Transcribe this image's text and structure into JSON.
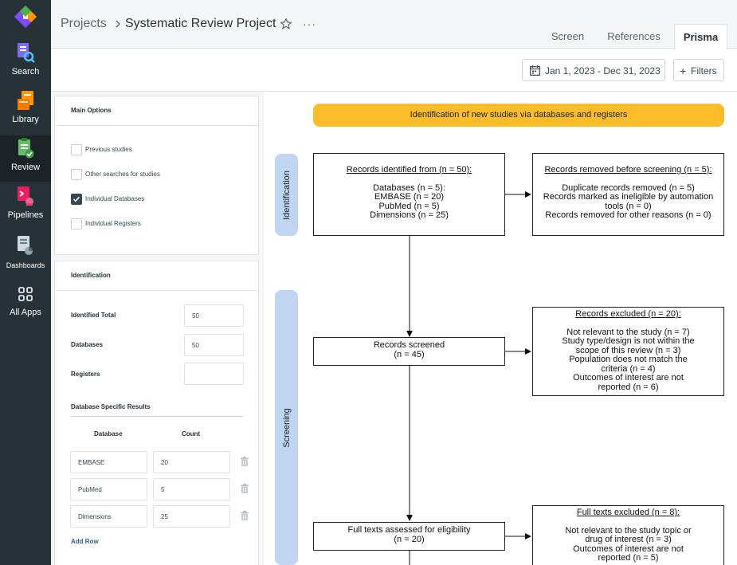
{
  "nav": {
    "items": [
      {
        "label": "Search",
        "icon": "search-icon"
      },
      {
        "label": "Library",
        "icon": "library-icon"
      },
      {
        "label": "Review",
        "icon": "review-icon"
      },
      {
        "label": "Pipelines",
        "icon": "pipelines-icon"
      },
      {
        "label": "Dashboards",
        "icon": "dashboards-icon"
      },
      {
        "label": "All Apps",
        "icon": "apps-grid-icon"
      }
    ],
    "active": "Review"
  },
  "header": {
    "breadcrumb_root": "Projects",
    "title": "Systematic Review Project",
    "more": "···",
    "tabs": [
      {
        "label": "Screen"
      },
      {
        "label": "References"
      },
      {
        "label": "Prisma"
      }
    ],
    "active_tab": "Prisma"
  },
  "toolbar": {
    "date_range": "Jan 1, 2023 - Dec 31, 2023",
    "filters_label": "Filters",
    "filters_icon": "+"
  },
  "main_options": {
    "title": "Main Options",
    "options": [
      {
        "label": "Previous studies",
        "checked": false
      },
      {
        "label": "Other searches for studies",
        "checked": false
      },
      {
        "label": "Individual Databases",
        "checked": true
      },
      {
        "label": "Individual Registers",
        "checked": false
      }
    ]
  },
  "identification": {
    "title": "Identification",
    "fields": [
      {
        "label": "Identified Total",
        "value": "50"
      },
      {
        "label": "Databases",
        "value": "50"
      },
      {
        "label": "Registers",
        "value": ""
      }
    ],
    "db_section_title": "Database Specific Results",
    "columns": [
      "Database",
      "Count"
    ],
    "rows": [
      {
        "database": "EMBASE",
        "count": "20"
      },
      {
        "database": "PubMed",
        "count": "5"
      },
      {
        "database": "Dimensions",
        "count": "25"
      }
    ],
    "add_row_label": "Add Row"
  },
  "prisma": {
    "banner": "Identification of new studies via databases and registers",
    "phases": [
      "Identification",
      "Screening"
    ],
    "identified": {
      "title": "Records identified from (n = 50):",
      "lines": [
        "Databases (n = 5):",
        "EMBASE (n = 20)",
        "PubMed (n = 5)",
        "Dimensions (n = 25)"
      ]
    },
    "removed": {
      "title": "Records removed before screening (n = 5):",
      "lines": [
        "Duplicate records removed (n = 5)",
        "Records marked as ineligible by automation",
        "tools (n = 0)",
        "Records removed for other reasons (n = 0)"
      ]
    },
    "screened": {
      "lines": [
        "Records screened",
        "(n = 45)"
      ]
    },
    "excluded": {
      "title": "Records excluded (n = 20):",
      "lines": [
        "Not relevant to the study (n = 7)",
        "Study type/design is not within the",
        "scope of this review  (n = 3)",
        "Population does not match the",
        "criteria (n = 4)",
        "Outcomes of interest are not",
        "reported (n = 6)"
      ]
    },
    "fulltext": {
      "lines": [
        "Full texts assessed for eligibility",
        "(n = 20)"
      ]
    },
    "fulltext_excluded": {
      "title": "Full texts excluded (n = 8):",
      "lines": [
        "Not relevant to the study topic or",
        "drug of interest (n = 3)",
        "Outcomes of interest are not",
        "reported (n = 5)"
      ]
    }
  },
  "colors": {
    "nav_bg": "#263238",
    "banner": "#fbbd2a",
    "phase": "#bfd5f2",
    "checkbox_checked": "#37474f",
    "link": "#2f5f8c"
  }
}
